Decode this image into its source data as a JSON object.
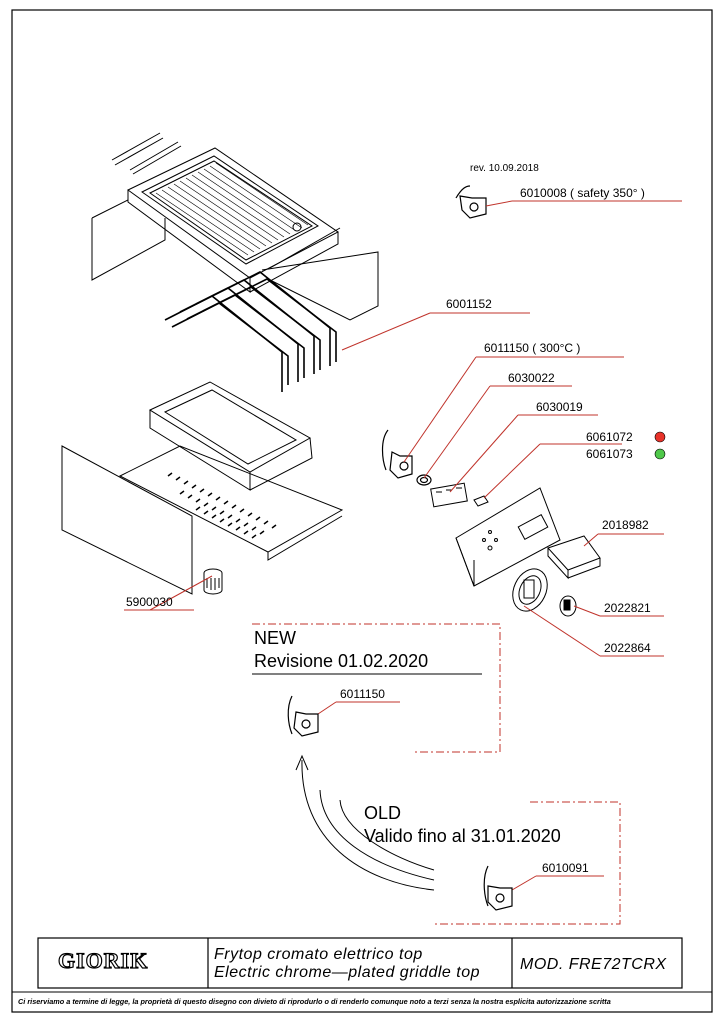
{
  "revision_note": "rev. 10.09.2018",
  "parts": {
    "p6010008": "6010008  ( safety 350° )",
    "p6001152": "6001152",
    "p6011150": "6011150   ( 300°C )",
    "p6030022": "6030022",
    "p6030019": "6030019",
    "p6061072": "6061072",
    "p6061073": "6061073",
    "p2018982": "2018982",
    "p2022821": "2022821",
    "p2022864": "2022864",
    "p5900030": "5900030",
    "p6011150_new": "6011150",
    "p6010091": "6010091"
  },
  "indicator_colors": {
    "red": "#e8332a",
    "green": "#4fc84a"
  },
  "new_block": {
    "tag": "NEW",
    "title": "Revisione 01.02.2020"
  },
  "old_block": {
    "tag": "OLD",
    "title": "Valido fino al 31.01.2020"
  },
  "title_block": {
    "logo": "GIORIK",
    "desc_it": "Frytop cromato elettrico top",
    "desc_en": "Electric chrome—plated griddle top",
    "model": "MOD.  FRE72TCRX"
  },
  "footer": "Ci riserviamo a termine di legge, la proprietà di questo disegno con divieto di riprodurlo o di renderlo comunque noto a terzi senza la nostra esplicita autorizzazione scritta"
}
